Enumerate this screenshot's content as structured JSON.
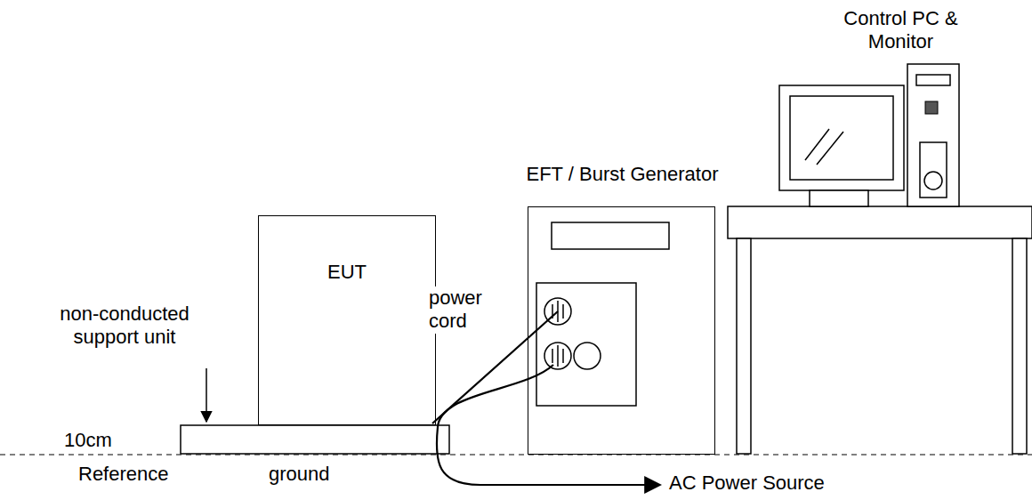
{
  "diagram": {
    "nodes": [
      {
        "text": [
          "EUT"
        ]
      },
      {
        "text": [
          "EFT / Burst Generator"
        ]
      },
      {
        "text": [
          "Control PC & Monitor"
        ]
      }
    ],
    "edges": [
      {
        "from": 0,
        "to": 1,
        "arrow": "none",
        "label": "power cord"
      }
    ],
    "labels": [
      "non-conducted support unit",
      "10cm",
      "Reference",
      "ground",
      "AC Power Source"
    ]
  }
}
